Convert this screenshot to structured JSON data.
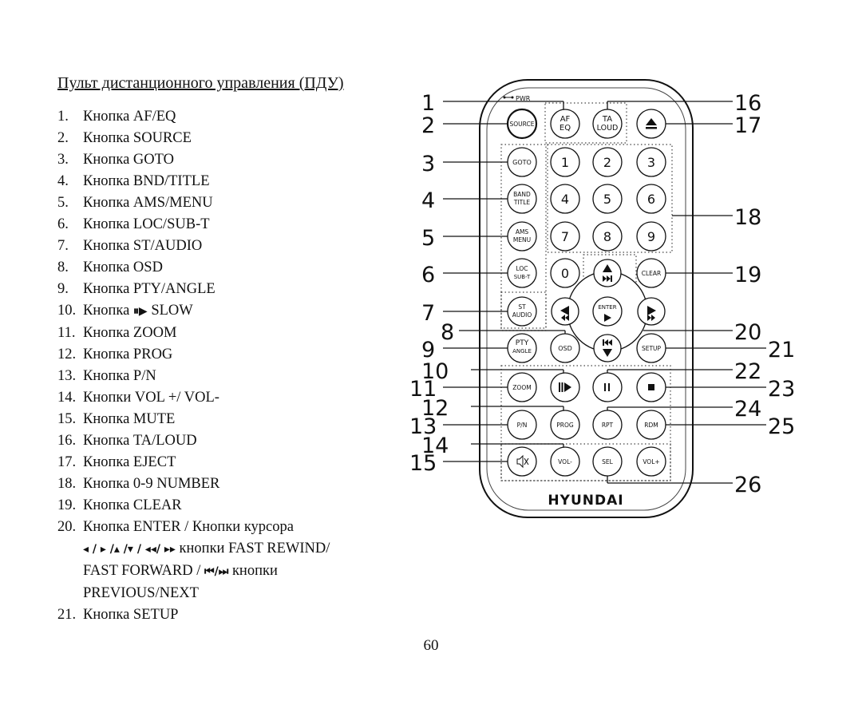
{
  "title": "Пульт дистанционного управления (ПДУ)",
  "items": [
    {
      "num": "1.",
      "text": "Кнопка AF/EQ"
    },
    {
      "num": "2.",
      "text": "Кнопка SOURCE"
    },
    {
      "num": "3.",
      "text": "Кнопка GOTO"
    },
    {
      "num": "4.",
      "text": "Кнопка BND/TITLE"
    },
    {
      "num": "5.",
      "text": "Кнопка AMS/MENU"
    },
    {
      "num": "6.",
      "text": "Кнопка LOC/SUB-T"
    },
    {
      "num": "7.",
      "text": "Кнопка ST/AUDIO"
    },
    {
      "num": "8.",
      "text": "Кнопка OSD"
    },
    {
      "num": "9.",
      "text": "Кнопка PTY/ANGLE"
    },
    {
      "num": "10.",
      "pre": "Кнопка",
      "icon": "slow-play-icon",
      "glyph": "⏸▶",
      "post": "SLOW"
    },
    {
      "num": "11.",
      "text": "Кнопка ZOOM"
    },
    {
      "num": "12.",
      "text": "Кнопка PROG"
    },
    {
      "num": "13.",
      "text": "Кнопка P/N"
    },
    {
      "num": "14.",
      "text": "Кнопки VOL +/ VOL-"
    },
    {
      "num": "15.",
      "text": "Кнопка MUTE"
    },
    {
      "num": "16.",
      "text": "Кнопка TA/LOUD"
    },
    {
      "num": "17.",
      "text": "Кнопка EJECT"
    },
    {
      "num": "18.",
      "text": "Кнопка 0-9 NUMBER"
    },
    {
      "num": "19.",
      "text": "Кнопка CLEAR"
    },
    {
      "num": "20.",
      "text": "Кнопка ENTER / Кнопки курсора"
    }
  ],
  "item20_cont": {
    "line1_glyphs": "◂ / ▸ /▴ /▾ / ◂◂/ ▸▸",
    "line1_text": "кнопки FAST REWIND/",
    "line2_text": "FAST FORWARD /",
    "line2_glyphs": "⏮/⏭",
    "line2_text_b": "кнопки",
    "line3_text": "PREVIOUS/NEXT"
  },
  "item21": {
    "num": "21.",
    "text": "Кнопка SETUP"
  },
  "page_number": "60",
  "remote": {
    "brand": "HYUNDAI",
    "pwr_label": "PWR",
    "buttons": {
      "af_eq": [
        "AF",
        "EQ"
      ],
      "source": "SOURCE",
      "ta_loud": [
        "TA",
        "LOUD"
      ],
      "goto": "GOTO",
      "band_title": [
        "BAND",
        "TITLE"
      ],
      "ams_menu": [
        "AMS",
        "MENU"
      ],
      "loc_sub": [
        "LOC",
        "SUB-T"
      ],
      "st_audio": [
        "ST",
        "AUDIO"
      ],
      "pty_angle": [
        "PTY",
        "ANGLE"
      ],
      "osd": "OSD",
      "digits": [
        "1",
        "2",
        "3",
        "4",
        "5",
        "6",
        "7",
        "8",
        "9",
        "0"
      ],
      "clear": "CLEAR",
      "enter": "ENTER",
      "setup": "SETUP",
      "zoom": "ZOOM",
      "pn": "P/N",
      "prog": "PROG",
      "rpt": "RPT",
      "rdm": "RDM",
      "vol_minus": "VOL-",
      "sel": "SEL",
      "vol_plus": "VOL+"
    },
    "callouts": [
      "1",
      "2",
      "3",
      "4",
      "5",
      "6",
      "7",
      "8",
      "9",
      "10",
      "11",
      "12",
      "13",
      "14",
      "15",
      "16",
      "17",
      "18",
      "19",
      "20",
      "21",
      "22",
      "23",
      "24",
      "25",
      "26"
    ]
  }
}
